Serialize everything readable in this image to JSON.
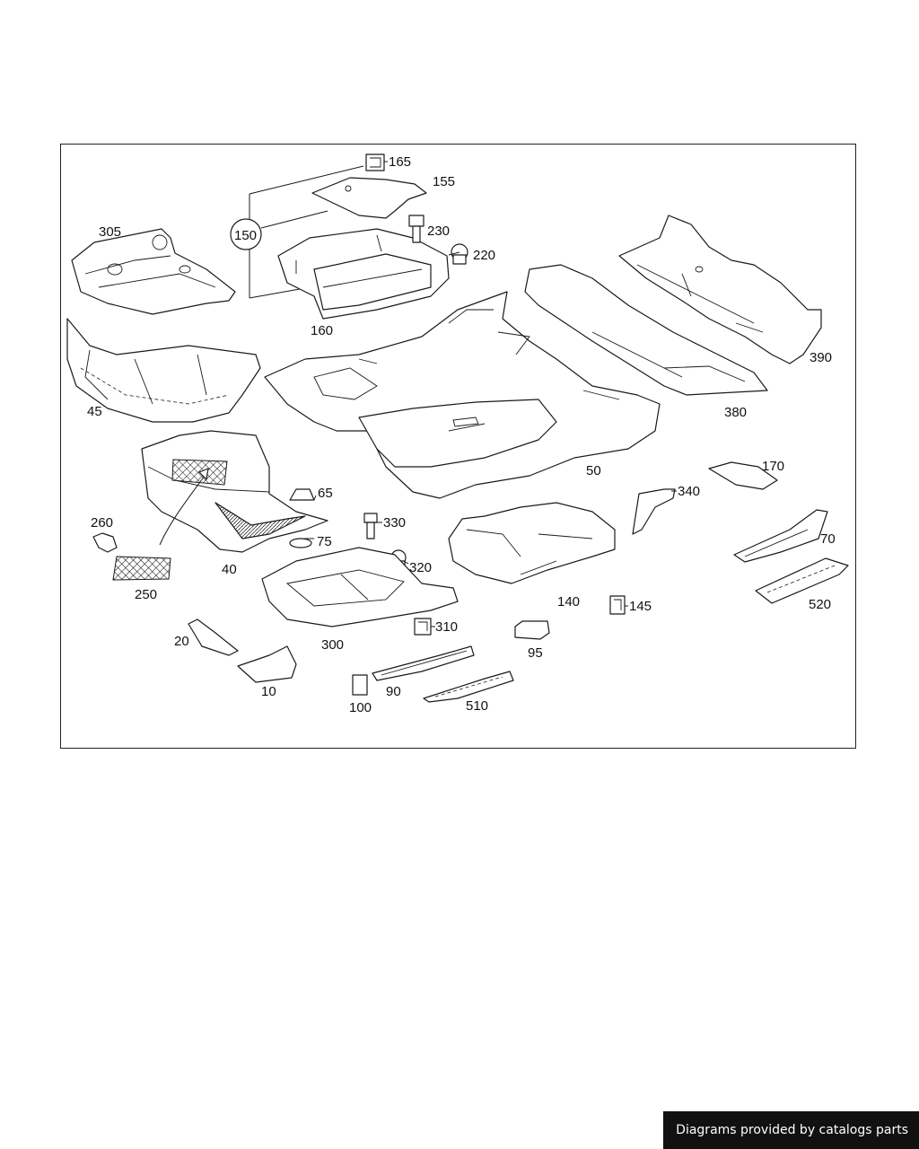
{
  "footer": {
    "credit": "Diagrams provided by catalogs parts"
  },
  "labels": {
    "p10": "10",
    "p20": "20",
    "p40": "40",
    "p45": "45",
    "p50": "50",
    "p65": "65",
    "p70": "70",
    "p75": "75",
    "p90": "90",
    "p95": "95",
    "p100": "100",
    "p140": "140",
    "p145": "145",
    "p150": "150",
    "p155": "155",
    "p160": "160",
    "p165": "165",
    "p170": "170",
    "p220": "220",
    "p230": "230",
    "p250": "250",
    "p260": "260",
    "p300": "300",
    "p305": "305",
    "p310": "310",
    "p320": "320",
    "p330": "330",
    "p340": "340",
    "p380": "380",
    "p390": "390",
    "p510": "510",
    "p520": "520"
  }
}
